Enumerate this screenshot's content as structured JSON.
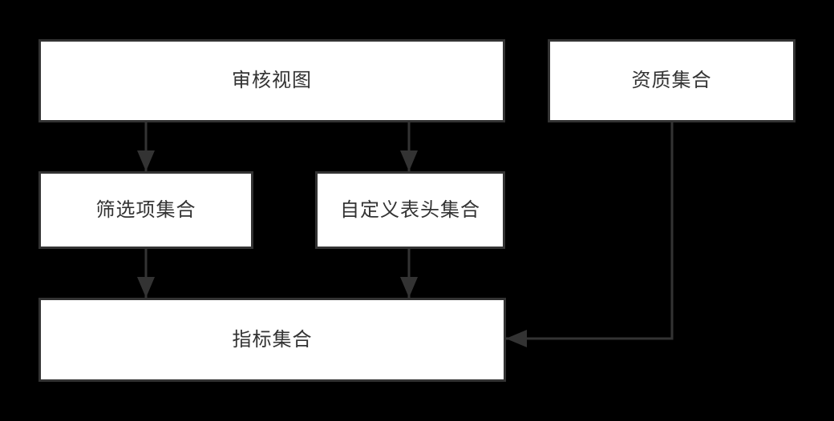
{
  "diagram": {
    "kind": "flowchart",
    "background_color": "#000000",
    "node_fill_color": "#ffffff",
    "node_border_color": "#333333",
    "edge_color": "#333333",
    "text_color": "#333333",
    "nodes": [
      {
        "id": "audit-view",
        "label": "审核视图"
      },
      {
        "id": "qualification-set",
        "label": "资质集合"
      },
      {
        "id": "filter-set",
        "label": "筛选项集合"
      },
      {
        "id": "custom-header-set",
        "label": "自定义表头集合"
      },
      {
        "id": "indicator-set",
        "label": "指标集合"
      }
    ],
    "edges": [
      {
        "from": "审核视图",
        "to": "筛选项集合",
        "style": "arrow-down"
      },
      {
        "from": "审核视图",
        "to": "自定义表头集合",
        "style": "arrow-down"
      },
      {
        "from": "筛选项集合",
        "to": "指标集合",
        "style": "arrow-down"
      },
      {
        "from": "自定义表头集合",
        "to": "指标集合",
        "style": "arrow-down"
      },
      {
        "from": "资质集合",
        "to": "指标集合",
        "style": "orthogonal-down-left"
      }
    ]
  }
}
